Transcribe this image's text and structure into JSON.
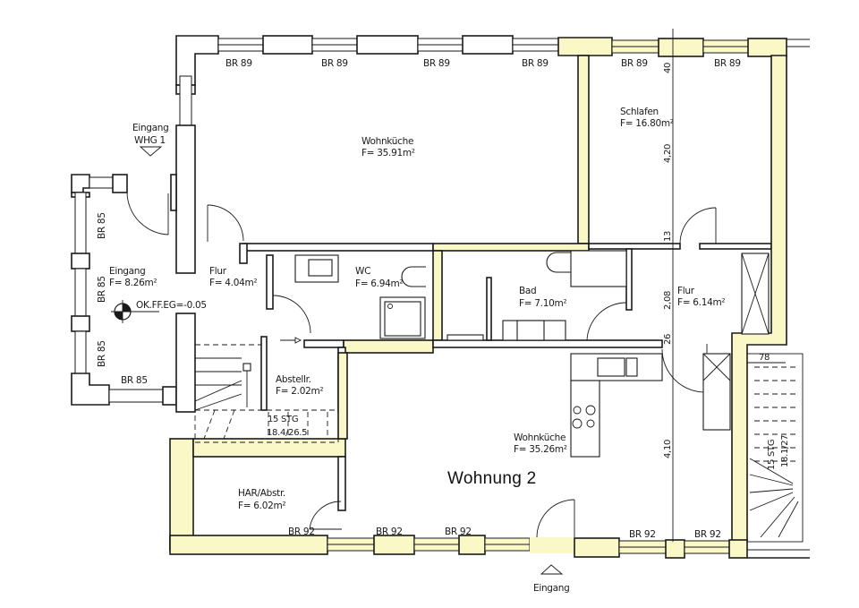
{
  "plan": {
    "title": "Wohnung 2",
    "colors": {
      "wall_highlight": "#fbf8c8",
      "wall_outline": "#1a1a1a",
      "background": "#ffffff"
    },
    "entrances": {
      "whg1_line1": "Eingang",
      "whg1_line2": "WHG 1",
      "main": "Eingang"
    },
    "rooms": {
      "wohnkueche1": {
        "name": "Wohnküche",
        "area": "F= 35.91m²"
      },
      "schlafen": {
        "name": "Schlafen",
        "area": "F= 16.80m²"
      },
      "eingang": {
        "name": "Eingang",
        "area": "F= 8.26m²"
      },
      "flur1": {
        "name": "Flur",
        "area": "F= 4.04m²"
      },
      "wc": {
        "name": "WC",
        "area": "F= 6.94m²"
      },
      "bad": {
        "name": "Bad",
        "area": "F= 7.10m²"
      },
      "flur2": {
        "name": "Flur",
        "area": "F= 6.14m²"
      },
      "abstellr": {
        "name": "Abstellr.",
        "area": "F= 2.02m²"
      },
      "wohnkueche2": {
        "name": "Wohnküche",
        "area": "F= 35.26m²"
      },
      "har": {
        "name": "HAR/Abstr.",
        "area": "F= 6.02m²"
      }
    },
    "level_marker": "OK.FF.EG=-0.05",
    "stairs": {
      "stair1_line1": "15 STG",
      "stair1_line2": "18.4/26.5",
      "stair2_line1": "15 STG",
      "stair2_line2": "18.1/27"
    },
    "windows": {
      "top": [
        "BR 89",
        "BR 89",
        "BR 89",
        "BR 89",
        "BR 89",
        "BR 89"
      ],
      "left": [
        "BR 85",
        "BR 85",
        "BR 85"
      ],
      "left_bottom": "BR 85",
      "bottom": [
        "BR 92",
        "BR 92",
        "BR 92",
        "BR 92",
        "BR 92"
      ]
    },
    "dimensions": {
      "d40": "40",
      "d420": "4,20",
      "d13": "13",
      "d208": "2,08",
      "d26": "26",
      "d410": "4,10",
      "d78": "78"
    }
  }
}
